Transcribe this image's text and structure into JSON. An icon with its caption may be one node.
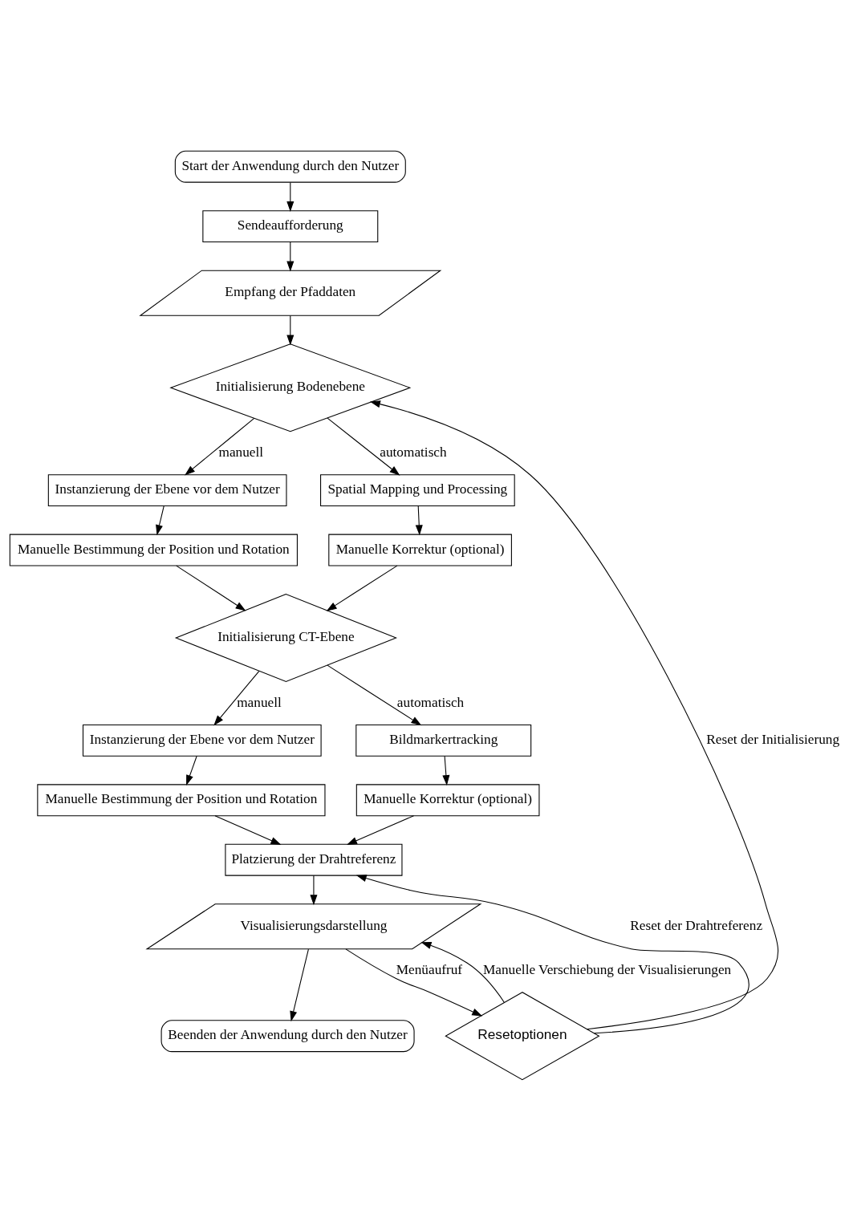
{
  "diagram": {
    "nodes": [
      {
        "text": [
          "Start der Anwendung durch den Nutzer"
        ]
      },
      {
        "text": [
          "Sendeaufforderung"
        ]
      },
      {
        "text": [
          "Empfang der Pfaddaten"
        ]
      },
      {
        "text": [
          "Initialisierung Bodenebene"
        ]
      },
      {
        "text": [
          "Instanzierung der Ebene vor dem Nutzer"
        ]
      },
      {
        "text": [
          "Manuelle Bestimmung der Position und Rotation"
        ]
      },
      {
        "text": [
          "Spatial Mapping und Processing"
        ]
      },
      {
        "text": [
          "Manuelle Korrektur (optional)"
        ]
      },
      {
        "text": [
          "Initialisierung CT-Ebene"
        ]
      },
      {
        "text": [
          "Instanzierung der Ebene vor dem Nutzer"
        ]
      },
      {
        "text": [
          "Manuelle Bestimmung der Position und Rotation"
        ]
      },
      {
        "text": [
          "Bildmarkertracking"
        ]
      },
      {
        "text": [
          "Manuelle Korrektur (optional)"
        ]
      },
      {
        "text": [
          "Platzierung der Drahtreferenz"
        ]
      },
      {
        "text": [
          "Visualisierungsdarstellung"
        ]
      },
      {
        "text": [
          "Beenden der Anwendung durch den Nutzer"
        ]
      },
      {
        "text": [
          "Resetoptionen"
        ]
      }
    ],
    "edges": [
      {
        "from": 0,
        "to": 1,
        "arrow": "to"
      },
      {
        "from": 1,
        "to": 2,
        "arrow": "to"
      },
      {
        "from": 2,
        "to": 3,
        "arrow": "to"
      },
      {
        "from": 3,
        "to": 4,
        "arrow": "to",
        "label": "manuell"
      },
      {
        "from": 3,
        "to": 6,
        "arrow": "to",
        "label": "automatisch"
      },
      {
        "from": 4,
        "to": 5,
        "arrow": "to"
      },
      {
        "from": 6,
        "to": 7,
        "arrow": "to"
      },
      {
        "from": 5,
        "to": 8,
        "arrow": "to"
      },
      {
        "from": 7,
        "to": 8,
        "arrow": "to"
      },
      {
        "from": 8,
        "to": 9,
        "arrow": "to",
        "label": "manuell"
      },
      {
        "from": 8,
        "to": 11,
        "arrow": "to",
        "label": "automatisch"
      },
      {
        "from": 9,
        "to": 10,
        "arrow": "to"
      },
      {
        "from": 11,
        "to": 12,
        "arrow": "to"
      },
      {
        "from": 10,
        "to": 13,
        "arrow": "to"
      },
      {
        "from": 12,
        "to": 13,
        "arrow": "to"
      },
      {
        "from": 13,
        "to": 14,
        "arrow": "to"
      },
      {
        "from": 14,
        "to": 15,
        "arrow": "to"
      },
      {
        "from": 14,
        "to": 16,
        "arrow": "to",
        "label": "Menüaufruf"
      },
      {
        "from": 16,
        "to": 3,
        "arrow": "to",
        "label": "Reset der Initialisierung"
      },
      {
        "from": 16,
        "to": 13,
        "arrow": "to",
        "label": "Reset der Drahtreferenz"
      },
      {
        "from": 16,
        "to": 14,
        "arrow": "to",
        "label": "Manuelle Verschiebung der Visualisierungen"
      }
    ]
  }
}
